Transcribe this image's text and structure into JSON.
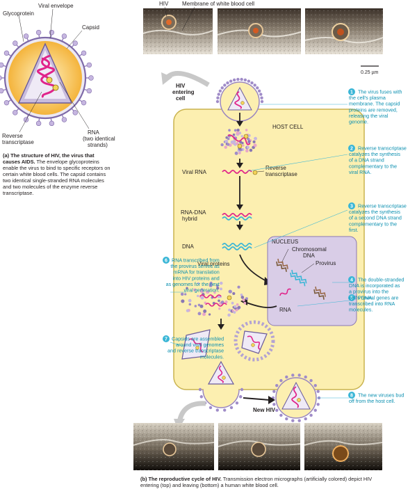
{
  "structure": {
    "labels": {
      "glycoprotein": "Glycoprotein",
      "viral_envelope": "Viral envelope",
      "capsid": "Capsid",
      "reverse_transcriptase_1": "Reverse",
      "reverse_transcriptase_2": "transcriptase",
      "rna_1": "RNA",
      "rna_2": "(two identical",
      "rna_3": "strands)"
    },
    "caption_bold": "(a) The structure of HIV, the virus that causes AIDS.",
    "caption_text": "The envelope glycoproteins enable the virus to bind to specific receptors on certain white blood cells. The capsid contains two identical single-stranded RNA molecules and two molecules of the enzyme reverse transcriptase."
  },
  "micrographs": {
    "hiv": "HIV",
    "membrane": "Membrane of white blood cell",
    "scale": "0.25 µm"
  },
  "cycle": {
    "hiv_entering_1": "HIV",
    "hiv_entering_2": "entering",
    "hiv_entering_3": "cell",
    "host_cell": "HOST CELL",
    "viral_rna": "Viral RNA",
    "rt_1": "Reverse",
    "rt_2": "transcriptase",
    "hybrid_1": "RNA-DNA",
    "hybrid_2": "hybrid",
    "dna": "DNA",
    "nucleus": "NUCLEUS",
    "chrom_1": "Chromosomal",
    "chrom_2": "DNA",
    "provirus": "Provirus",
    "rna": "RNA",
    "viral_proteins": "Viral proteins",
    "new_hiv": "New HIV"
  },
  "steps": [
    {
      "num": "1",
      "lines": [
        "The virus fuses with",
        "the cell's plasma",
        "membrane. The capsid",
        "proteins are removed,",
        "releasing the viral",
        "genome."
      ]
    },
    {
      "num": "2",
      "lines": [
        "Reverse transcriptase",
        "catalyzes the synthesis",
        "of a DNA strand",
        "complementary to the",
        "viral RNA."
      ]
    },
    {
      "num": "3",
      "lines": [
        "Reverse transcriptase",
        "catalyzes the synthesis",
        "of a second DNA strand",
        "complementary to the",
        "first."
      ]
    },
    {
      "num": "4",
      "lines": [
        "The double-stranded",
        "DNA is incorporated as",
        "a provirus into the",
        "cell's DNA."
      ]
    },
    {
      "num": "5",
      "lines": [
        "Proviral genes are",
        "transcribed into RNA",
        "molecules."
      ]
    },
    {
      "num": "6",
      "lines": [
        "RNA transcribed from",
        "the provirus serves as",
        "mRNA for translation",
        "into HIV proteins and",
        "as genomes for the next",
        "viral generation."
      ]
    },
    {
      "num": "7",
      "lines": [
        "Capsids are assembled",
        "around viral genomes",
        "and reverse transcriptase",
        "molecules."
      ]
    },
    {
      "num": "8",
      "lines": [
        "The new viruses bud",
        "off from the host cell."
      ]
    }
  ],
  "caption_b_bold": "(b) The reproductive cycle of HIV.",
  "caption_b_text": "Transmission electron micrographs (artificially colored) depict HIV entering (top) and leaving (bottom) a human white blood cell."
}
